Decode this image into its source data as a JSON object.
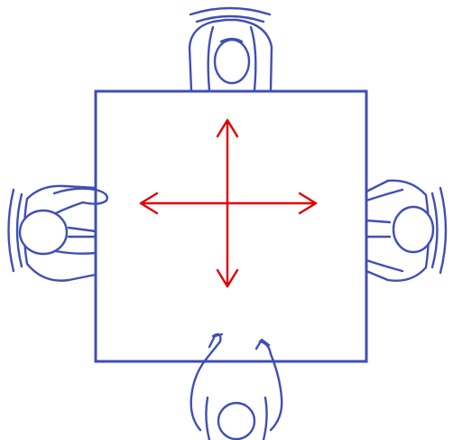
{
  "colors": {
    "table_outline": "#3f4fb4",
    "figures": "#3f4fb4",
    "arrows": "#e00000",
    "background": "#ffffff"
  },
  "scene": {
    "table_shape": "square",
    "seated_people": [
      "top",
      "left",
      "right",
      "bottom"
    ],
    "arrow_directions": [
      "up",
      "down",
      "left",
      "right"
    ]
  }
}
